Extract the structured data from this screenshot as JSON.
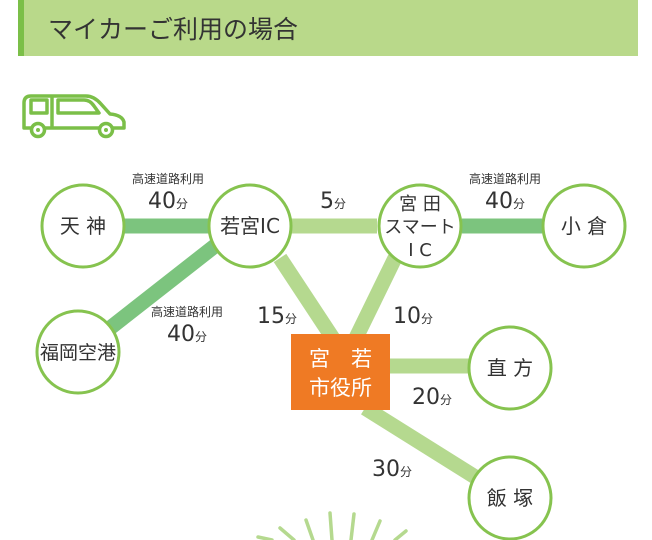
{
  "header": {
    "title": "マイカーご利用の場合"
  },
  "icons": {
    "car": "car-icon",
    "sunburst": "sunburst-decoration"
  },
  "colors": {
    "header_bg": "#b9d98a",
    "header_accent": "#7bbf48",
    "highway_road": "#7cc47e",
    "local_road": "#b5d98f",
    "node_border": "#86c34f",
    "city_hall": "#ef7a24"
  },
  "nodes": {
    "tenjin": "天 神",
    "wakamiya_ic": "若宮IC",
    "miyata_1": "宮 田",
    "miyata_2": "スマート",
    "miyata_3": "I C",
    "kokura": "小 倉",
    "fukuoka_airport": "福岡空港",
    "city_hall_1": "宮　若",
    "city_hall_2": "市役所",
    "nogata": "直 方",
    "iizuka": "飯 塚"
  },
  "routes": {
    "tenjin_wakamiya": {
      "note": "高速道路利用",
      "time": "40",
      "unit": "分"
    },
    "wakamiya_miyata": {
      "time": "5",
      "unit": "分"
    },
    "miyata_kokura": {
      "note": "高速道路利用",
      "time": "40",
      "unit": "分"
    },
    "airport_wakamiya": {
      "note": "高速道路利用",
      "time": "40",
      "unit": "分"
    },
    "wakamiya_cityhall": {
      "time": "15",
      "unit": "分"
    },
    "miyata_cityhall": {
      "time": "10",
      "unit": "分"
    },
    "cityhall_nogata": {
      "time": "20",
      "unit": "分"
    },
    "cityhall_iizuka": {
      "time": "30",
      "unit": "分"
    }
  }
}
